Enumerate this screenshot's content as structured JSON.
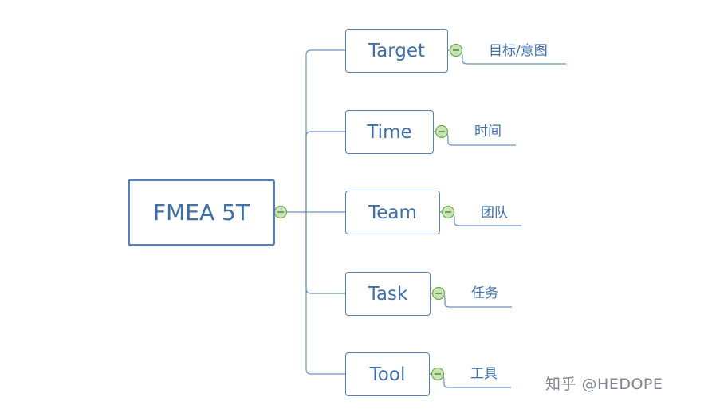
{
  "root": {
    "label": "FMEA 5T"
  },
  "branches": [
    {
      "label": "Target",
      "note": "目标/意图"
    },
    {
      "label": "Time",
      "note": "时间"
    },
    {
      "label": "Team",
      "note": "团队"
    },
    {
      "label": "Task",
      "note": "任务"
    },
    {
      "label": "Tool",
      "note": "工具"
    }
  ],
  "watermark": "知乎 @HEDOPE",
  "colors": {
    "node_border": "#5b80b0",
    "text": "#3f6fa5",
    "connector": "#6a8fbf",
    "collapse_fill": "#c8e6b5",
    "collapse_stroke": "#6fa84d"
  }
}
